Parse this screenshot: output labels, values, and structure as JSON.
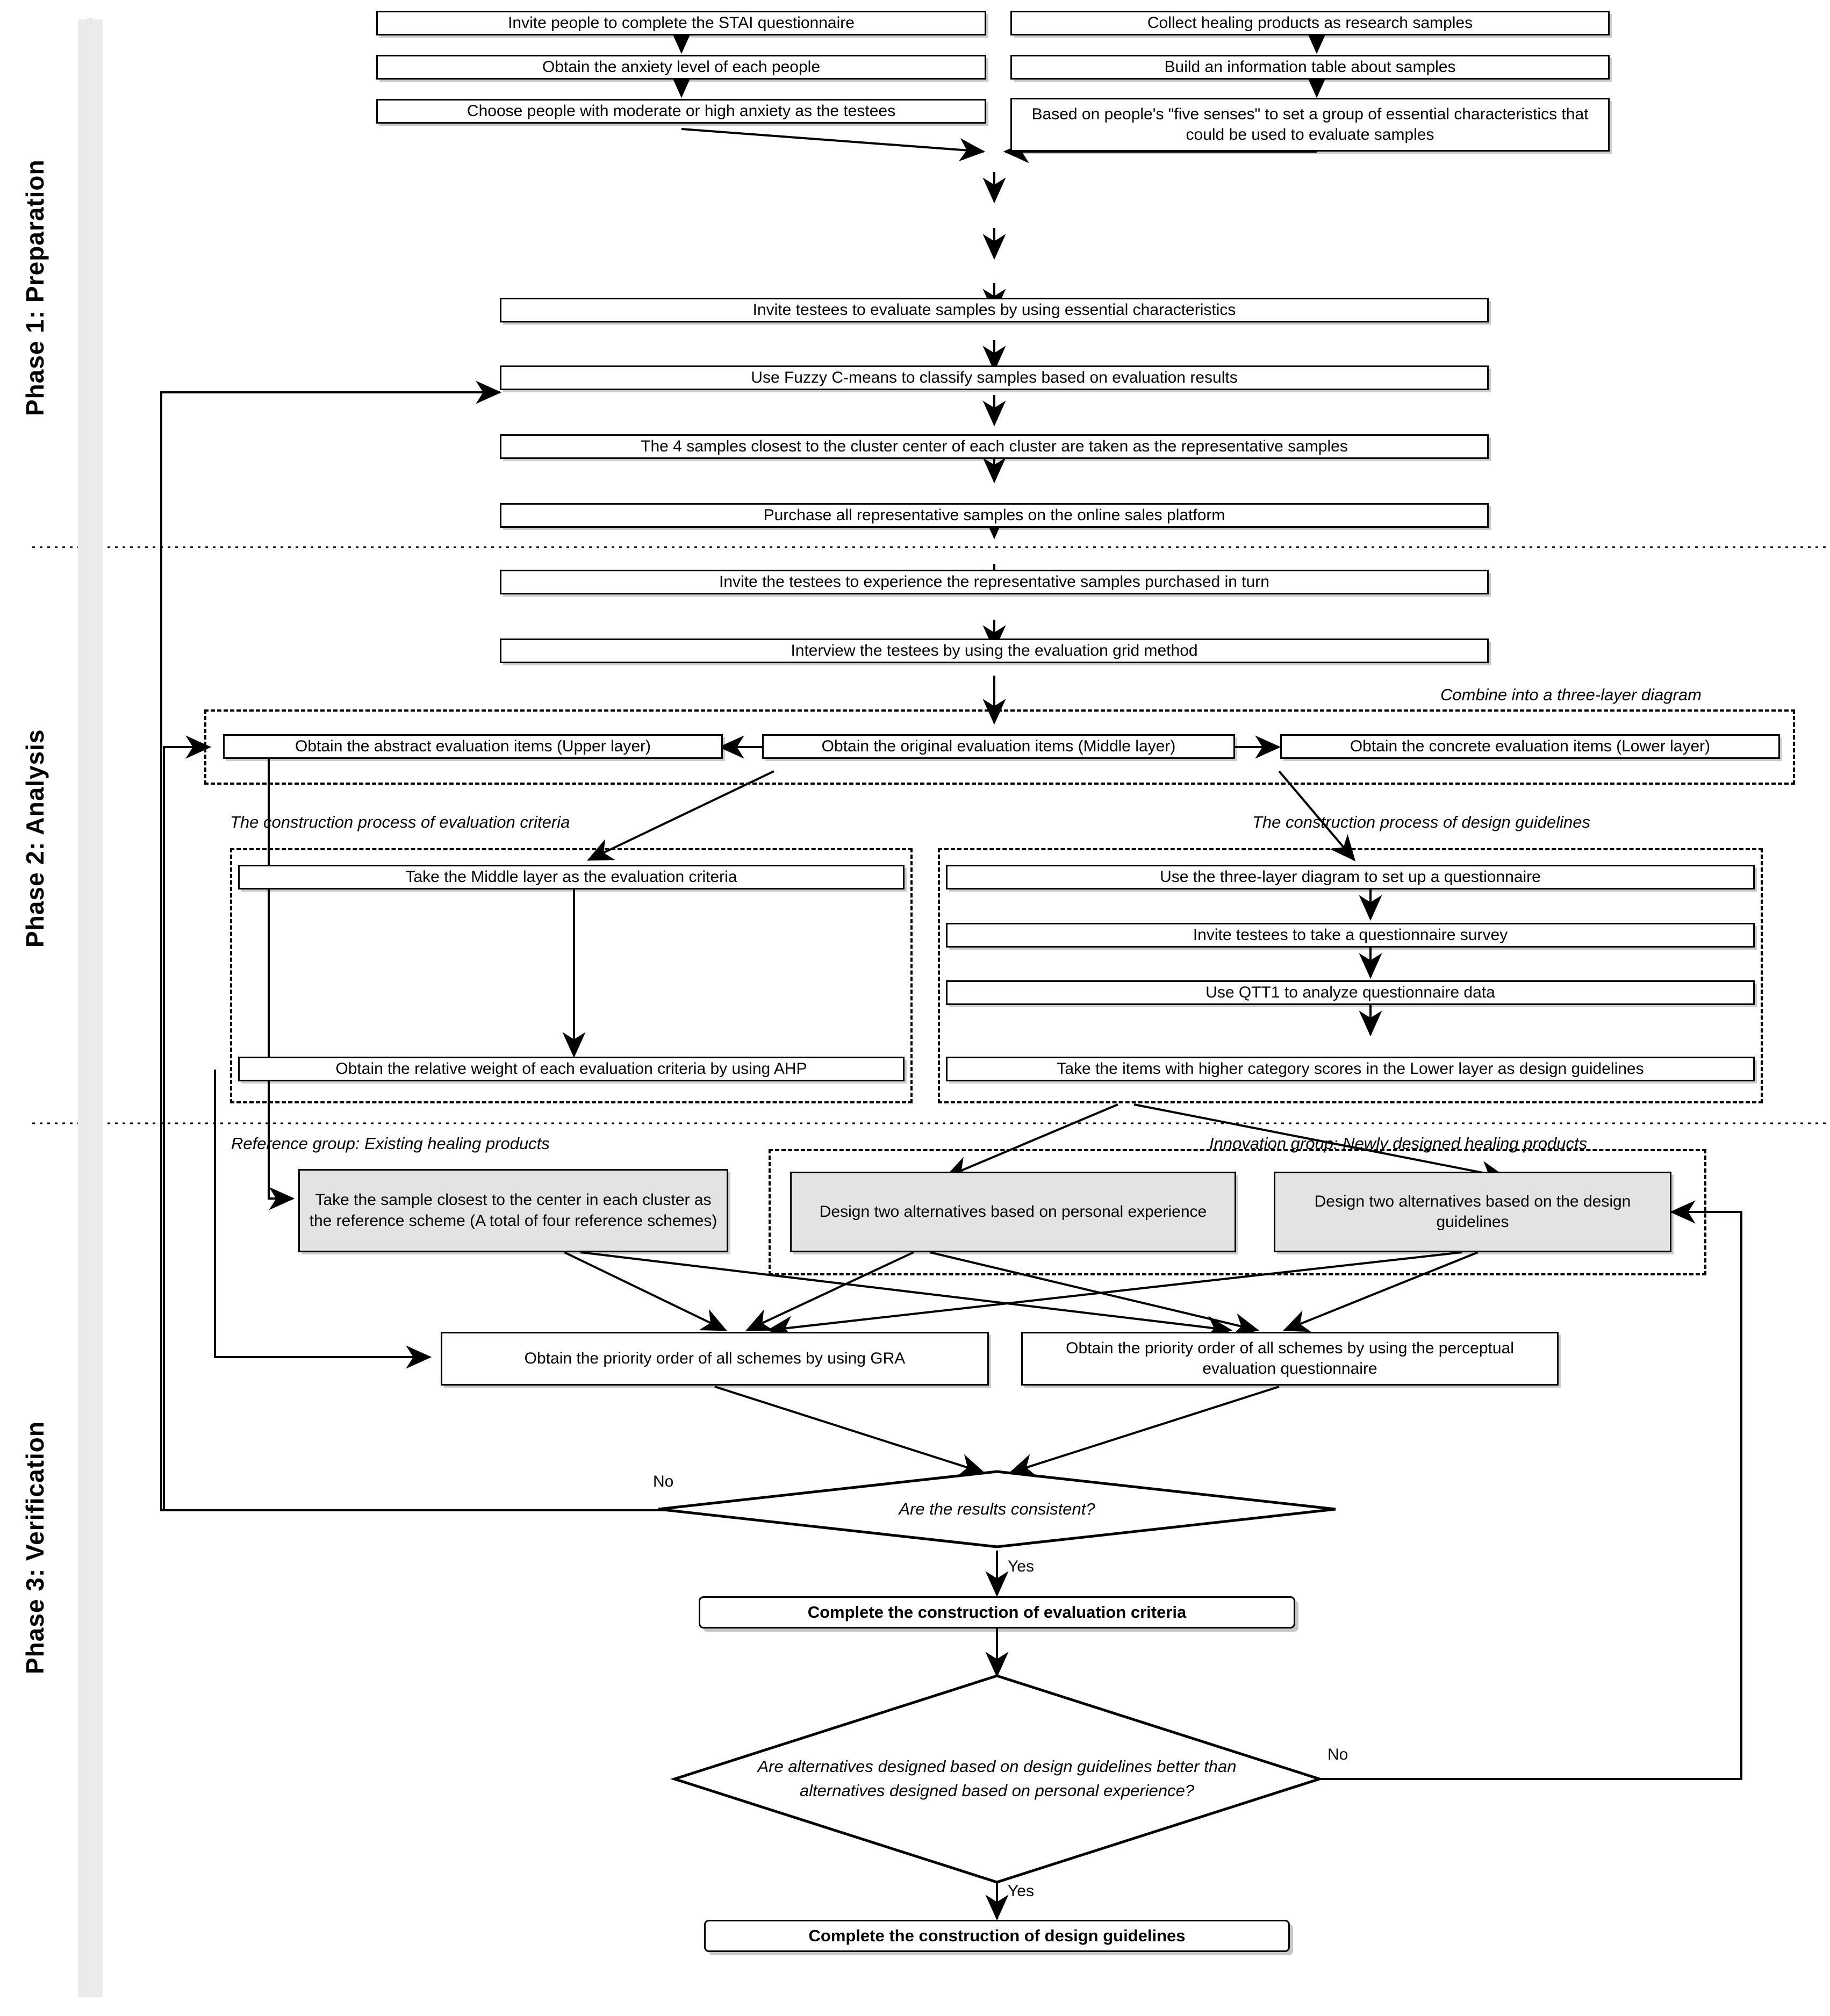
{
  "figure": {
    "type": "flowchart",
    "orientation": "top-to-bottom",
    "background": "#ffffff",
    "line_color": "#000000",
    "shaded_fill": "#e3e3e3",
    "rail_fill": "#ebebeb"
  },
  "phases": [
    {
      "id": "phase1",
      "label": "Phase 1: Preparation"
    },
    {
      "id": "phase2",
      "label": "Phase 2: Analysis"
    },
    {
      "id": "phase3",
      "label": "Phase 3: Verification"
    }
  ],
  "nodes": {
    "invite_stai": {
      "text": "Invite people to complete the STAI questionnaire"
    },
    "anxiety_level": {
      "text": "Obtain the anxiety level of each people"
    },
    "choose_testees": {
      "text": "Choose people with moderate or high anxiety as the testees"
    },
    "collect_products": {
      "text": "Collect healing products as research samples"
    },
    "info_table": {
      "text": "Build an information table about samples"
    },
    "five_senses": {
      "text": "Based on people's \"five senses\" to set a group of essential characteristics that could be used to evaluate samples"
    },
    "invite_evaluate": {
      "text": "Invite testees to evaluate samples by using essential characteristics"
    },
    "fuzzy_cmeans": {
      "text": "Use Fuzzy C-means to classify samples based on evaluation results"
    },
    "four_samples": {
      "text": "The 4 samples closest to the cluster center of each cluster are taken as the representative samples"
    },
    "purchase": {
      "text": "Purchase all representative samples on the online sales platform"
    },
    "experience": {
      "text": "Invite the testees to experience the representative samples purchased in turn"
    },
    "interview": {
      "text": "Interview the testees by using the evaluation grid method"
    },
    "upper_layer": {
      "text": "Obtain the abstract evaluation items (Upper layer)"
    },
    "middle_layer": {
      "text": "Obtain the original evaluation items (Middle layer)"
    },
    "lower_layer": {
      "text": "Obtain the concrete evaluation items (Lower layer)"
    },
    "take_middle": {
      "text": "Take the Middle layer as the evaluation criteria"
    },
    "ahp_weight": {
      "text": "Obtain the relative weight of each evaluation criteria by using AHP"
    },
    "setup_quest": {
      "text": "Use the three-layer diagram to set up a questionnaire"
    },
    "invite_survey": {
      "text": "Invite testees to take a questionnaire survey"
    },
    "qtt1": {
      "text": "Use QTT1 to analyze questionnaire data"
    },
    "design_guides": {
      "text": "Take the items with higher category scores in the Lower layer as design guidelines"
    },
    "reference_scheme": {
      "text": "Take the sample closest to the center in each cluster as the reference scheme (A total of four reference schemes)"
    },
    "alt_personal": {
      "text": "Design two alternatives based on personal experience"
    },
    "alt_guidelines": {
      "text": "Design two alternatives based on the design guidelines"
    },
    "gra": {
      "text": "Obtain the priority order of all schemes by using GRA"
    },
    "perceptual": {
      "text": "Obtain the priority order of all schemes by using the perceptual evaluation questionnaire"
    },
    "complete_criteria": {
      "text": "Complete the construction of evaluation criteria"
    },
    "complete_guidelines": {
      "text": "Complete the construction of design guidelines"
    }
  },
  "decisions": {
    "results_consistent": {
      "text": "Are the results consistent?"
    },
    "alternatives_better": {
      "text": "Are alternatives designed based on design guidelines better than alternatives designed based on personal experience?"
    }
  },
  "captions": {
    "combine_three_layer": "Combine into a three-layer diagram",
    "construction_criteria": "The construction process of evaluation criteria",
    "construction_guidelines": "The construction process of design guidelines",
    "reference_group": "Reference group: Existing healing products",
    "innovation_group": "Innovation group: Newly designed healing products"
  },
  "edge_labels": {
    "no_consistent": "No",
    "yes_consistent": "Yes",
    "no_better": "No",
    "yes_better": "Yes"
  }
}
